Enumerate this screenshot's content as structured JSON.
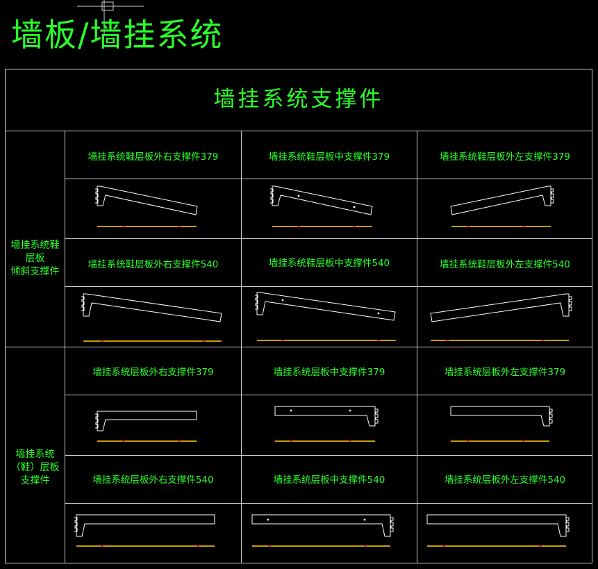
{
  "page_title": "墙板/墙挂系统",
  "table_header": "墙挂系统支撑件",
  "groups": [
    {
      "label_lines": [
        "墙挂系统鞋",
        "层板",
        "倾斜支撑件"
      ],
      "rows": [
        {
          "labels": [
            "墙挂系统鞋层板外右支撑件379",
            "墙挂系统鞋层板中支撑件379",
            "墙挂系统鞋层板外左支撑件379"
          ]
        },
        {
          "labels": [
            "墙挂系统鞋层板外右支撑件540",
            "墙挂系统鞋层板中支撑件540",
            "墙挂系统鞋层板外左支撑件540"
          ]
        }
      ]
    },
    {
      "label_lines": [
        "墙挂系统",
        "（鞋）层板",
        "支撑件"
      ],
      "rows": [
        {
          "labels": [
            "墙挂系统层板外右支撑件379",
            "墙挂系统层板中支撑件379",
            "墙挂系统层板外左支撑件379"
          ]
        },
        {
          "labels": [
            "墙挂系统层板外右支撑件540",
            "墙挂系统层板中支撑件540",
            "墙挂系统层板外左支撑件540"
          ]
        }
      ]
    }
  ],
  "colors": {
    "text": "#2bff2b",
    "lines": "#cfcfcf",
    "bar": "#c8a000",
    "bar_marker": "#e03030"
  }
}
